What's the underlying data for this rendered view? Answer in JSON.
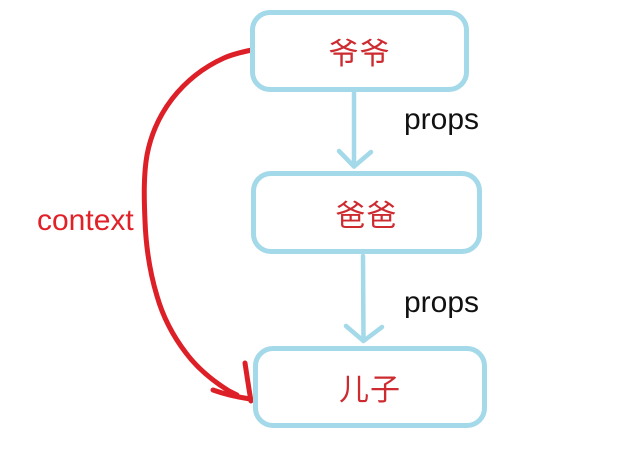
{
  "diagram": {
    "nodes": [
      {
        "id": "grandfather",
        "label": "爷爷"
      },
      {
        "id": "father",
        "label": "爸爸"
      },
      {
        "id": "son",
        "label": "儿子"
      }
    ],
    "edges": [
      {
        "id": "props-top",
        "from": "爷爷",
        "to": "爸爸",
        "label": "props",
        "style": "straight-blue-arrow"
      },
      {
        "id": "props-bottom",
        "from": "爸爸",
        "to": "儿子",
        "label": "props",
        "style": "straight-blue-arrow"
      },
      {
        "id": "context",
        "from": "爷爷",
        "to": "儿子",
        "label": "context",
        "style": "hand-drawn-red-curve"
      }
    ],
    "colors": {
      "box_border": "#a3d9e9",
      "box_text": "#cd2b30",
      "arrow_blue": "#a3d9e9",
      "arrow_red": "#dd2027",
      "props_label_text": "#111111",
      "context_label_text": "#e02228",
      "background": "#ffffff"
    }
  }
}
